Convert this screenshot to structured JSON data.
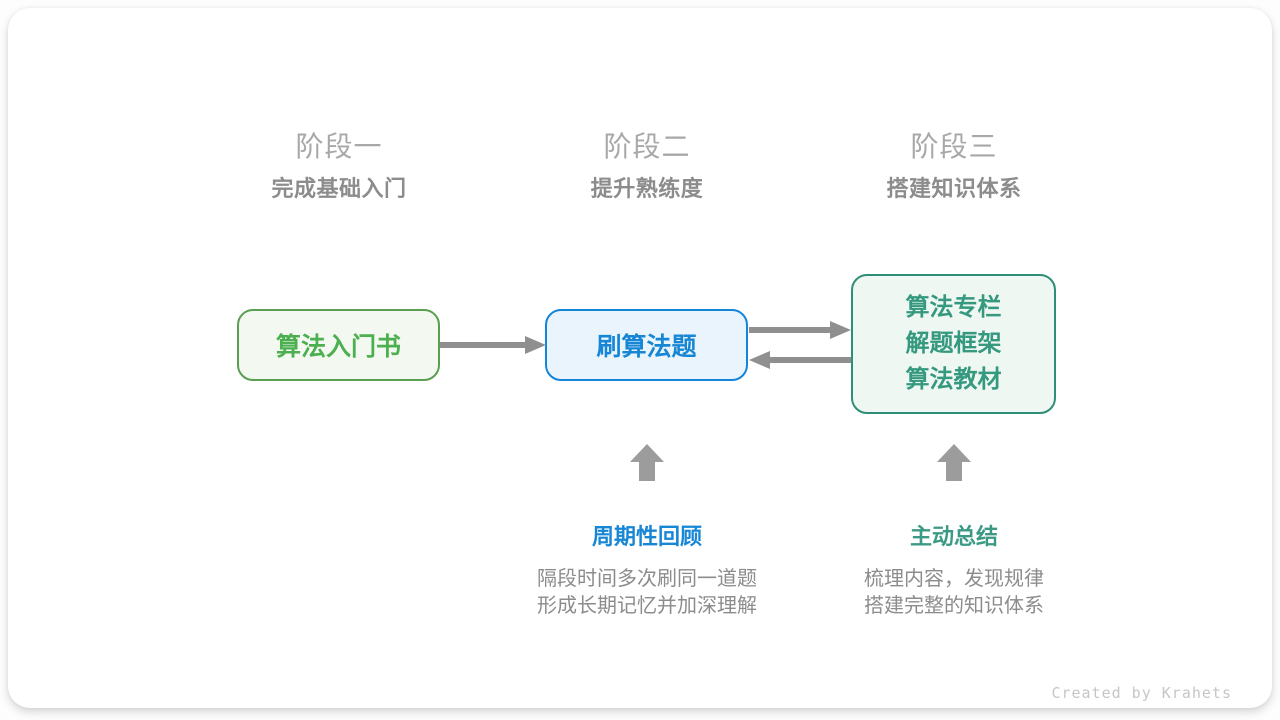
{
  "meta": {
    "credit": "Created by Krahets"
  },
  "stages": [
    {
      "title": "阶段一",
      "subtitle": "完成基础入门"
    },
    {
      "title": "阶段二",
      "subtitle": "提升熟练度"
    },
    {
      "title": "阶段三",
      "subtitle": "搭建知识体系"
    }
  ],
  "nodes": {
    "intro_book": {
      "label": "算法入门书",
      "border_color": "#5a9e52",
      "text_color": "#4caf50",
      "bg_color": "#f3f9f0"
    },
    "practice": {
      "label": "刷算法题",
      "border_color": "#1385db",
      "text_color": "#1787d5",
      "bg_color": "#eaf4fc"
    },
    "knowledge": {
      "lines": [
        "算法专栏",
        "解题框架",
        "算法教材"
      ],
      "border_color": "#2f8e76",
      "text_color": "#35997f",
      "bg_color": "#eff7f2"
    }
  },
  "callouts": {
    "review": {
      "title": "周期性回顾",
      "lines": [
        "隔段时间多次刷同一道题",
        "形成长期记忆并加深理解"
      ],
      "title_color": "#1787d5"
    },
    "summarize": {
      "title": "主动总结",
      "lines": [
        "梳理内容，发现规律",
        "搭建完整的知识体系"
      ],
      "title_color": "#3b9a85"
    }
  },
  "arrows": {
    "line_color": "#8f8f8f",
    "block_color": "#9c9c9c"
  }
}
